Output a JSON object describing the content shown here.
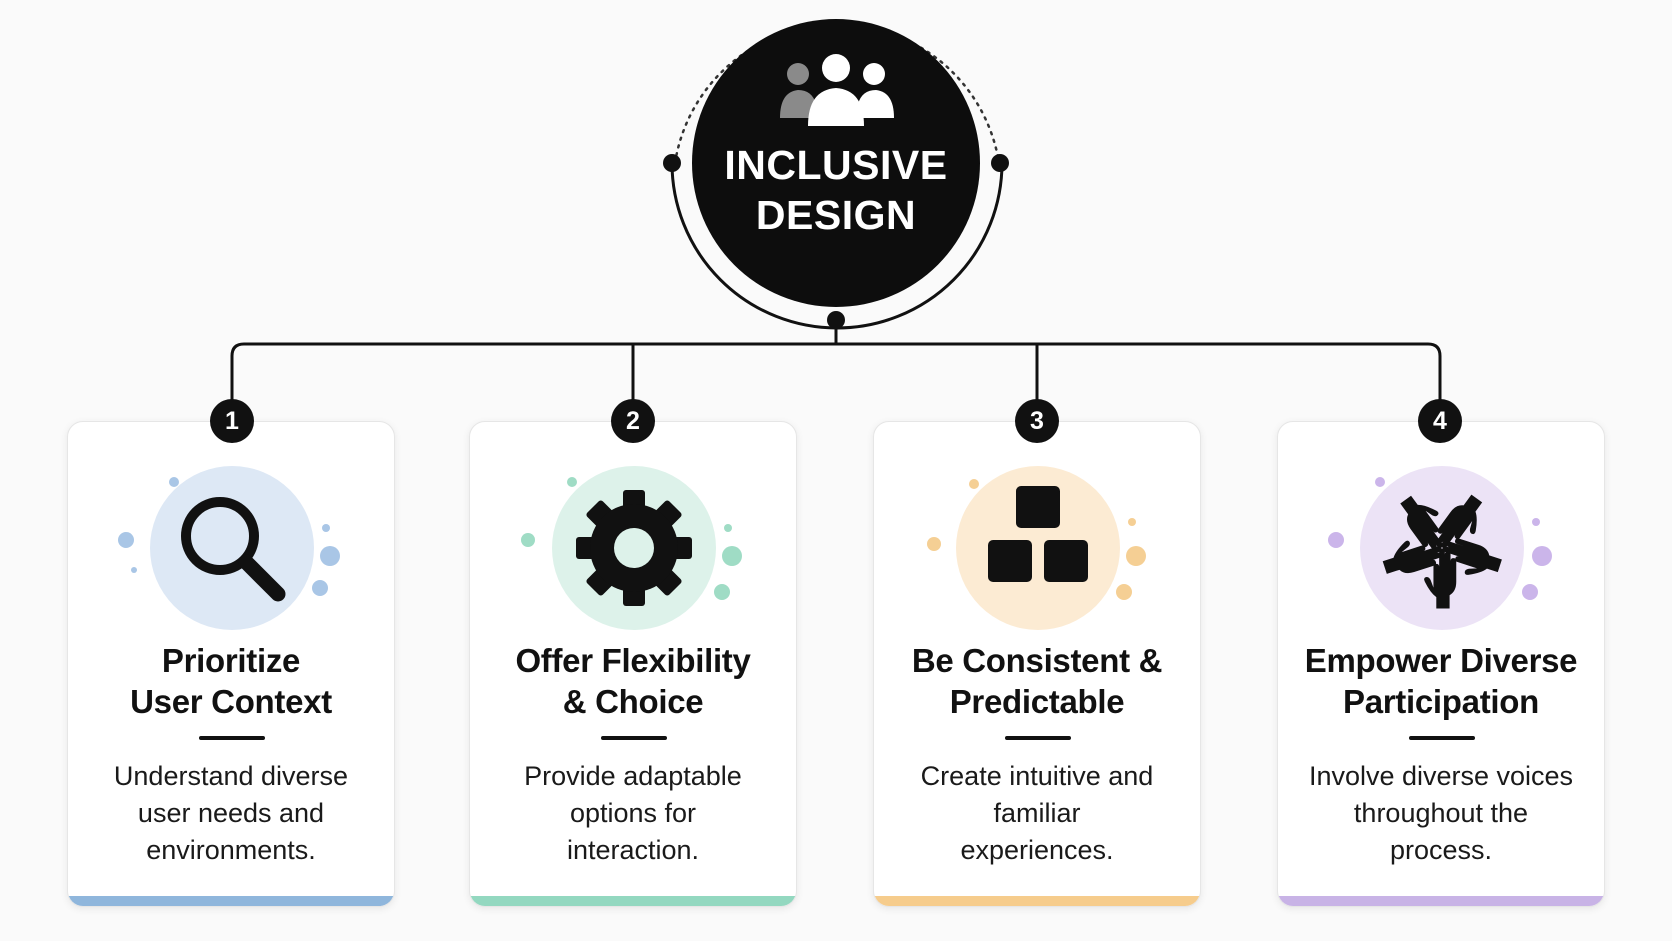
{
  "hub": {
    "title_line1": "INCLUSIVE",
    "title_line2": "DESIGN",
    "icon": "people-group-icon"
  },
  "cards": [
    {
      "number": "1",
      "icon": "magnifying-glass-icon",
      "title_line1": "Prioritize",
      "title_line2": "User Context",
      "desc_line1": "Understand diverse",
      "desc_line2": "user needs and",
      "desc_line3": "environments.",
      "accent": "#8fb6dc"
    },
    {
      "number": "2",
      "icon": "gear-icon",
      "title_line1": "Offer Flexibility",
      "title_line2": "& Choice",
      "desc_line1": "Provide adaptable",
      "desc_line2": "options for",
      "desc_line3": "interaction.",
      "accent": "#93d8c0"
    },
    {
      "number": "3",
      "icon": "blocks-icon",
      "title_line1": "Be Consistent &",
      "title_line2": "Predictable",
      "desc_line1": "Create intuitive and",
      "desc_line2": "familiar",
      "desc_line3": "experiences.",
      "accent": "#f6cc8c"
    },
    {
      "number": "4",
      "icon": "hands-together-icon",
      "title_line1": "Empower Diverse",
      "title_line2": "Participation",
      "desc_line1": "Involve diverse voices",
      "desc_line2": "throughout the",
      "desc_line3": "process.",
      "accent": "#c8b3e6"
    }
  ]
}
